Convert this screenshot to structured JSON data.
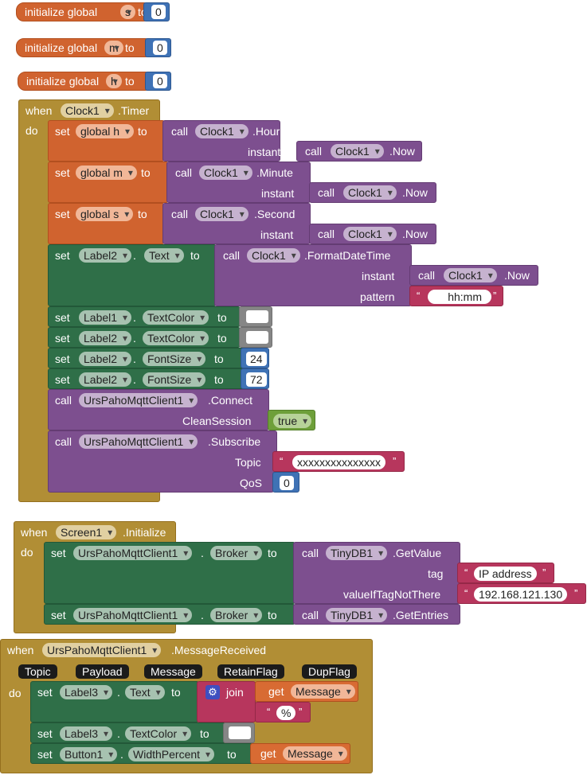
{
  "globals": [
    {
      "label": "initialize global",
      "var": "s",
      "to": "to",
      "value": "0"
    },
    {
      "label": "initialize global",
      "var": "m",
      "to": "to",
      "value": "0"
    },
    {
      "label": "initialize global",
      "var": "h",
      "to": "to",
      "value": "0"
    }
  ],
  "timer": {
    "when": "when",
    "component": "Clock1",
    "event": ".Timer",
    "do": "do",
    "set": "set",
    "to": "to",
    "call": "call",
    "set_h": {
      "var": "global h",
      "method": ".Hour",
      "param": "instant",
      "inner_comp": "Clock1",
      "inner_method": ".Now"
    },
    "set_m": {
      "var": "global m",
      "method": ".Minute",
      "param": "instant",
      "inner_comp": "Clock1",
      "inner_method": ".Now"
    },
    "set_s": {
      "var": "global s",
      "method": ".Second",
      "param": "instant",
      "inner_comp": "Clock1",
      "inner_method": ".Now"
    },
    "format": {
      "target": "Label2",
      "dot": ".",
      "prop": "Text",
      "comp": "Clock1",
      "method": ".FormatDateTime",
      "p1": "instant",
      "inner_comp": "Clock1",
      "inner_method": ".Now",
      "p2": "pattern",
      "pattern": "hh:mm"
    },
    "color1": {
      "target": "Label1",
      "prop": "TextColor"
    },
    "color2": {
      "target": "Label2",
      "prop": "TextColor"
    },
    "font1": {
      "target": "Label2",
      "prop": "FontSize",
      "value": "24"
    },
    "font2": {
      "target": "Label2",
      "prop": "FontSize",
      "value": "72"
    },
    "connect": {
      "comp": "UrsPahoMqttClient1",
      "method": ".Connect",
      "param": "CleanSession",
      "value": "true"
    },
    "subscribe": {
      "comp": "UrsPahoMqttClient1",
      "method": ".Subscribe",
      "p1": "Topic",
      "topic": "xxxxxxxxxxxxxxx",
      "p2": "QoS",
      "qos": "0"
    }
  },
  "screen": {
    "when": "when",
    "component": "Screen1",
    "event": ".Initialize",
    "do": "do",
    "set1": {
      "target": "UrsPahoMqttClient1",
      "prop": "Broker",
      "comp": "TinyDB1",
      "method": ".GetValue",
      "p1": "tag",
      "tag": "IP address",
      "p2": "valueIfTagNotThere",
      "default": "192.168.121.130"
    },
    "set2": {
      "target": "UrsPahoMqttClient1",
      "prop": "Broker",
      "comp": "TinyDB1",
      "method": ".GetEntries"
    }
  },
  "mqtt": {
    "when": "when",
    "component": "UrsPahoMqttClient1",
    "event": ".MessageReceived",
    "do": "do",
    "params": [
      "Topic",
      "Payload",
      "Message",
      "RetainFlag",
      "DupFlag"
    ],
    "set1": {
      "target": "Label3",
      "prop": "Text",
      "join": "join",
      "get": "get",
      "var": "Message",
      "suffix": "%"
    },
    "set2": {
      "target": "Label3",
      "prop": "TextColor"
    },
    "set3": {
      "target": "Button1",
      "prop": "WidthPercent",
      "get": "get",
      "var": "Message"
    }
  },
  "colors": {
    "orange": "#d0632f",
    "olive": "#b18e35",
    "purple": "#7d4f8f",
    "green": "#2f6f48",
    "blue": "#3f72b5",
    "pink": "#b7365d",
    "lime": "#6e9f3a"
  }
}
